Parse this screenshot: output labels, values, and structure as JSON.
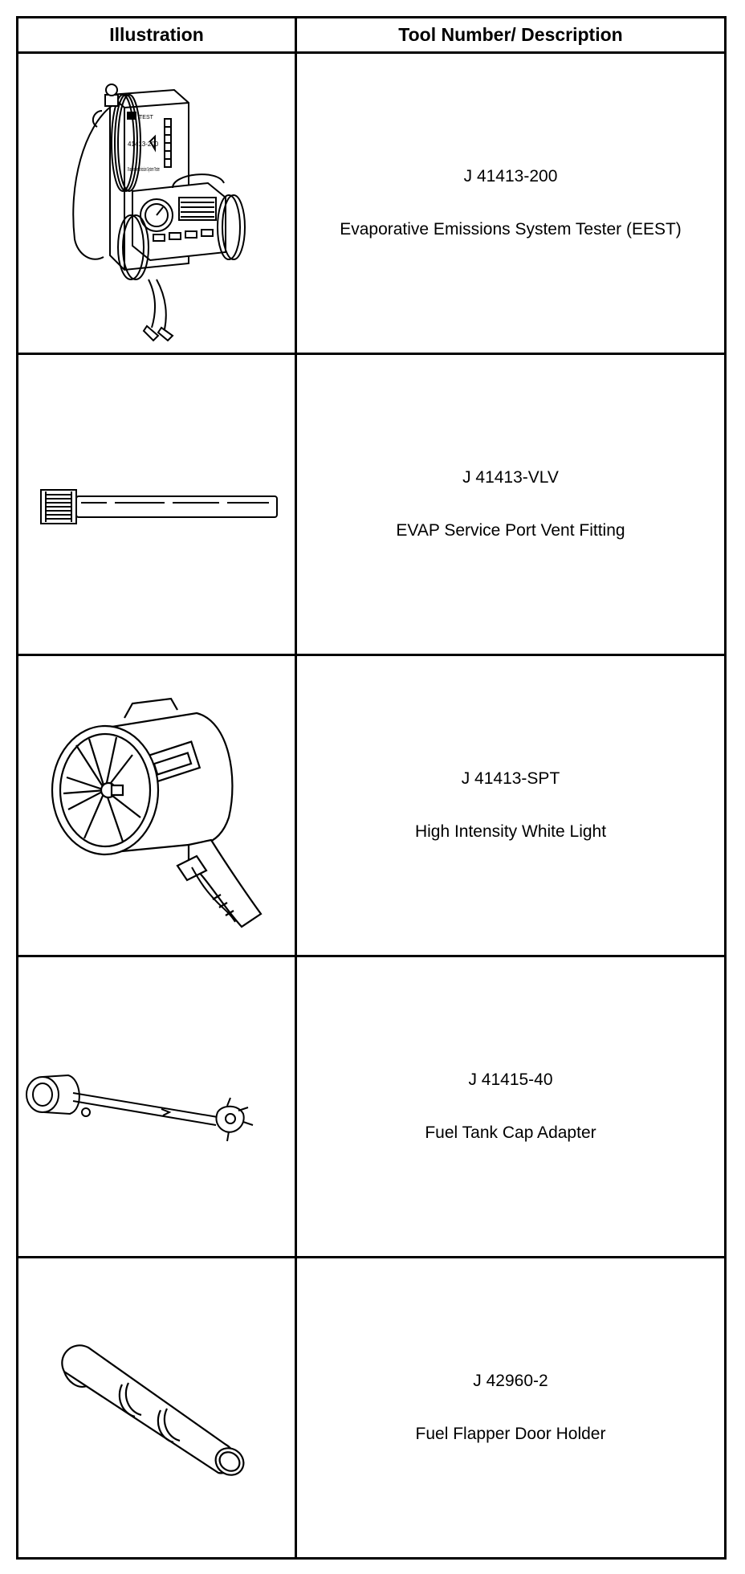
{
  "table": {
    "headers": {
      "illustration": "Illustration",
      "description": "Tool Number/ Description"
    },
    "rows": [
      {
        "number": "J 41413-200",
        "name": "Evaporative Emissions System Tester (EEST)",
        "tester_label": "41413-200",
        "tester_sublabel": "Evaporative Emission System Tester",
        "icon": "evap-tester-icon"
      },
      {
        "number": "J 41413-VLV",
        "name": "EVAP Service Port Vent Fitting",
        "icon": "vent-fitting-icon"
      },
      {
        "number": "J 41413-SPT",
        "name": "High Intensity White Light",
        "icon": "white-light-icon"
      },
      {
        "number": "J 41415-40",
        "name": "Fuel Tank Cap Adapter",
        "icon": "cap-adapter-icon"
      },
      {
        "number": "J 42960-2",
        "name": "Fuel Flapper Door Holder",
        "icon": "flapper-holder-icon"
      }
    ]
  }
}
